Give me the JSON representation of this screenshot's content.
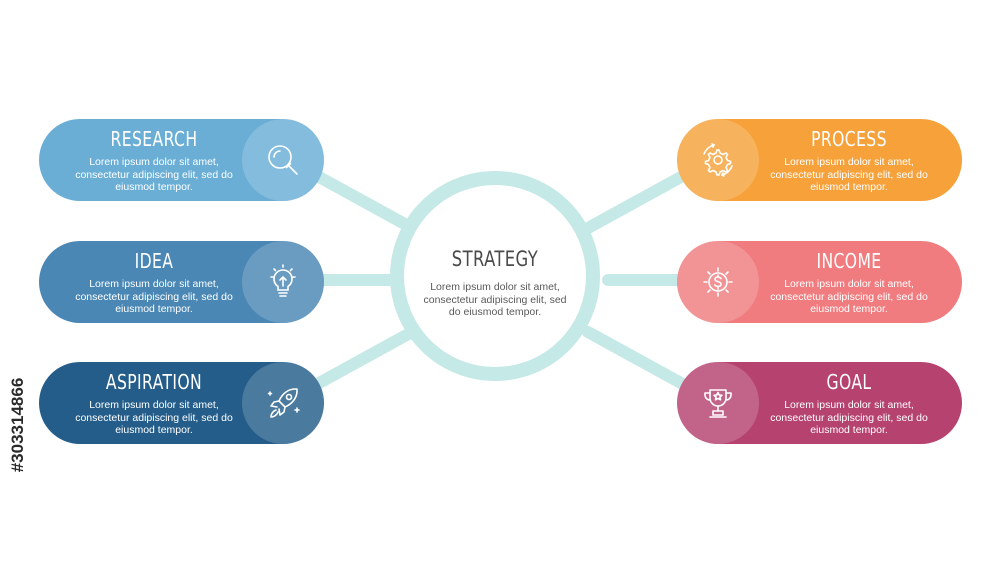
{
  "colors": {
    "connector": "#c5e9e6",
    "research": "#6aaed6",
    "idea": "#4a87b4",
    "aspiration": "#245d8a",
    "process": "#f6a13a",
    "income": "#f07c7f",
    "goal": "#b5426f"
  },
  "center": {
    "title": "STRATEGY",
    "text": "Lorem ipsum dolor sit amet, consectetur adipiscing elit, sed do eiusmod tempor."
  },
  "items": [
    {
      "title": "RESEARCH",
      "text": "Lorem ipsum dolor sit amet, consectetur adipiscing elit, sed do eiusmod tempor.",
      "icon": "magnifier-icon"
    },
    {
      "title": "IDEA",
      "text": "Lorem ipsum dolor sit amet, consectetur adipiscing elit, sed do eiusmod tempor.",
      "icon": "lightbulb-icon"
    },
    {
      "title": "ASPIRATION",
      "text": "Lorem ipsum dolor sit amet, consectetur adipiscing elit, sed do eiusmod tempor.",
      "icon": "rocket-icon"
    },
    {
      "title": "PROCESS",
      "text": "Lorem ipsum dolor sit amet, consectetur adipiscing elit, sed do eiusmod tempor.",
      "icon": "gear-icon"
    },
    {
      "title": "INCOME",
      "text": "Lorem ipsum dolor sit amet, consectetur adipiscing elit, sed do eiusmod tempor.",
      "icon": "dollar-coin-icon"
    },
    {
      "title": "GOAL",
      "text": "Lorem ipsum dolor sit amet, consectetur adipiscing elit, sed do eiusmod tempor.",
      "icon": "trophy-icon"
    }
  ],
  "side_id": "#303314866"
}
